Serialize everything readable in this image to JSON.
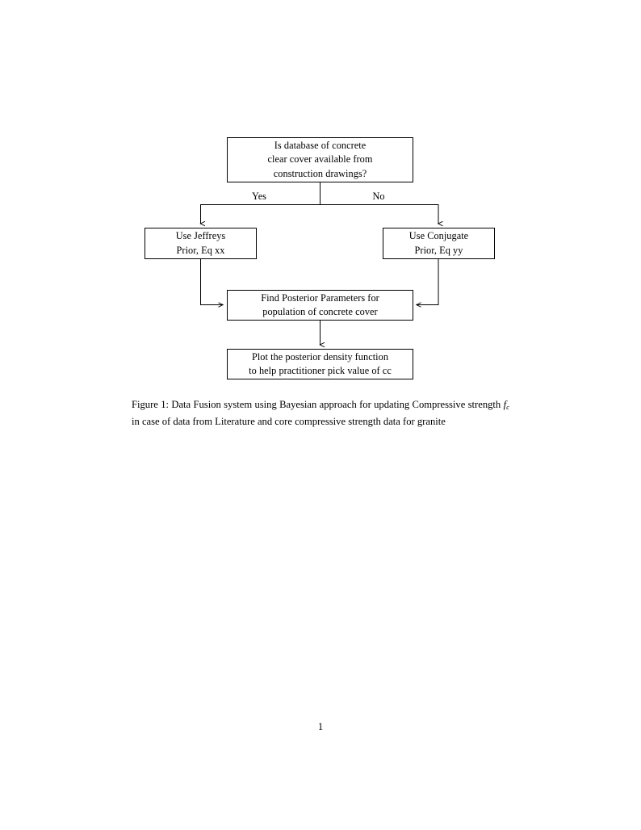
{
  "document": {
    "page_number": "1"
  },
  "figure": {
    "nodes": [
      {
        "id": "decision",
        "lines": [
          "Is database of concrete",
          "clear cover available from",
          "construction drawings?"
        ]
      },
      {
        "id": "jeffreys",
        "lines": [
          "Use Jeffreys",
          "Prior, Eq xx"
        ]
      },
      {
        "id": "conjugate",
        "lines": [
          "Use Conjugate",
          "Prior, Eq yy"
        ]
      },
      {
        "id": "posterior",
        "lines": [
          "Find Posterior Parameters for",
          "population of concrete cover"
        ]
      },
      {
        "id": "plot",
        "lines": [
          "Plot the posterior density function",
          "to help practitioner pick value of cc"
        ]
      }
    ],
    "edge_labels": {
      "yes": "Yes",
      "no": "No"
    },
    "stroke_color": "#000000"
  },
  "caption": {
    "label": "Figure 1:",
    "text_before_math": " Data Fusion system using Bayesian approach for updating Com­pressive strength ",
    "math_base": "f",
    "math_sub": "c",
    "text_after_math": " in case of data from Literature and core compressive strength data for granite"
  }
}
